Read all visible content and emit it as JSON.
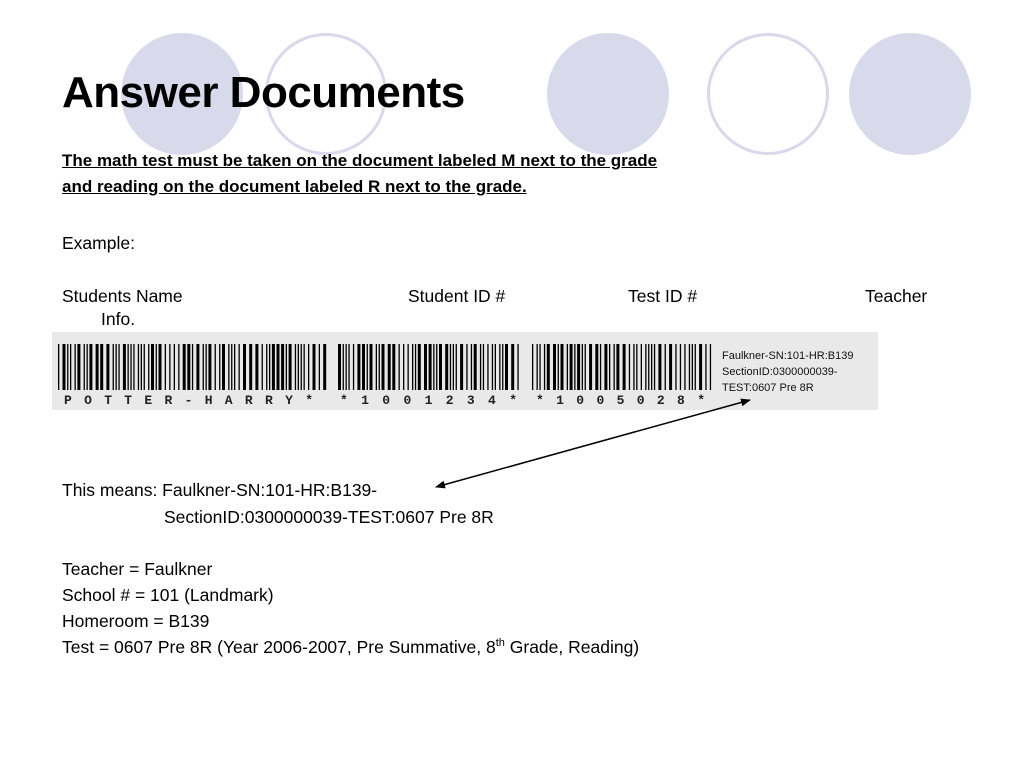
{
  "slide": {
    "title": "Answer Documents",
    "instruction_line1": "The math test must be taken on the document labeled M next to the grade",
    "instruction_line2": "and reading on the document labeled R next to the grade."
  },
  "example": {
    "label": "Example:",
    "columns": {
      "students_name": "Students Name",
      "student_id": "Student ID #",
      "test_id": "Test ID #",
      "teacher": "Teacher",
      "teacher_cont": "Info."
    }
  },
  "barcode": {
    "name_text": "P O T T E R - H A R R Y *",
    "student_id_text": "* 1 0 0 1 2 3 4 *",
    "test_id_text": "* 1 0 0 5 0 2 8 *",
    "info_line1": "Faulkner-SN:101-HR:B139",
    "info_line2": "SectionID:0300000039-",
    "info_line3": "TEST:0607 Pre 8R"
  },
  "meaning": {
    "line1": "This means: Faulkner-SN:101-HR:B139-",
    "line2": "SectionID:0300000039-TEST:0607 Pre 8R"
  },
  "details": {
    "teacher": "Teacher = Faulkner",
    "school": "School # = 101 (Landmark)",
    "homeroom": "Homeroom = B139",
    "test_prefix": "Test = 0607 Pre 8R (Year 2006-2007, Pre Summative, 8",
    "test_sup": "th",
    "test_suffix": " Grade, Reading)"
  },
  "colors": {
    "circle": "#d9d9ec",
    "background": "#ffffff",
    "text": "#000000"
  }
}
